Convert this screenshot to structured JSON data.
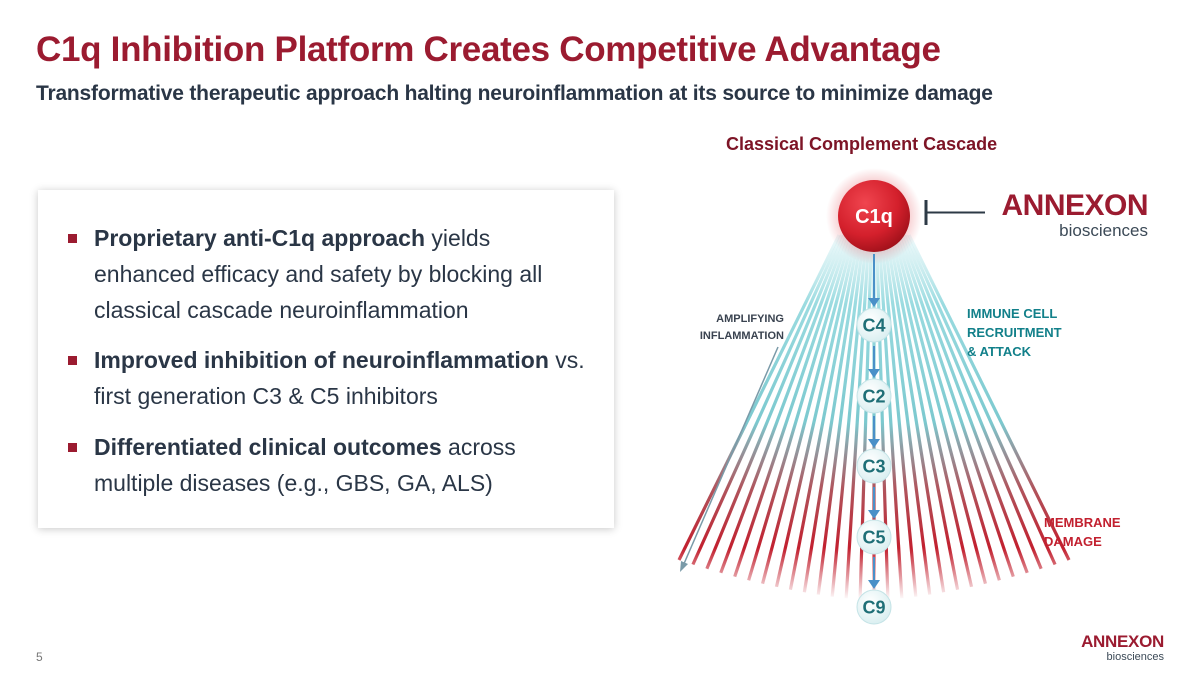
{
  "slide": {
    "title": "C1q Inhibition Platform Creates Competitive Advantage",
    "subtitle": "Transformative therapeutic approach halting neuroinflammation at its source to minimize damage",
    "page_number": "5"
  },
  "bullets": [
    {
      "bold": "Proprietary anti-C1q approach",
      "rest": " yields enhanced efficacy and safety by blocking all classical cascade neuroinflammation"
    },
    {
      "bold": "Improved inhibition of neuroinflammation",
      "rest": " vs. first generation C3 & C5 inhibitors"
    },
    {
      "bold": "Differentiated clinical outcomes",
      "rest": " across multiple diseases (e.g., GBS, GA, ALS)"
    }
  ],
  "cascade": {
    "title": "Classical Complement Cascade",
    "top_node": "C1q",
    "nodes": [
      "C4",
      "C2",
      "C3",
      "C5",
      "C9"
    ],
    "amplifying_label": [
      "AMPLIFYING",
      "INFLAMMATION"
    ],
    "immune_label": [
      "IMMUNE CELL",
      "RECRUITMENT",
      "& ATTACK"
    ],
    "membrane_label": [
      "MEMBRANE",
      "DAMAGE"
    ],
    "colors": {
      "teal": "#7fcfd6",
      "red": "#c2202f",
      "node_text": "#1f6f77",
      "arrow": "#4a90c8"
    }
  },
  "logo": {
    "brand": "ANNEXON",
    "sub": "biosciences"
  }
}
